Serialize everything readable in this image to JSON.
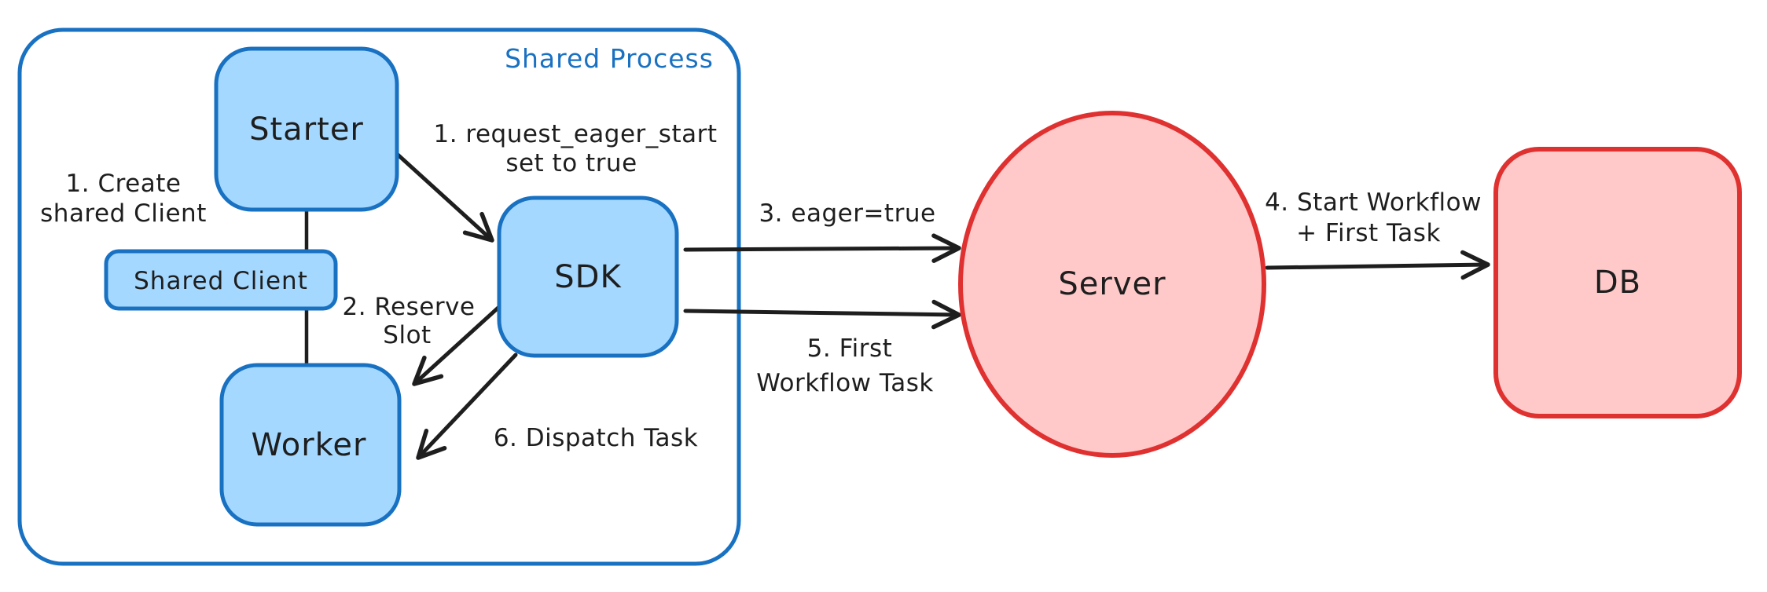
{
  "diagram": {
    "title_hint": "Eager workflow start diagram",
    "container": {
      "label": "Shared Process"
    },
    "nodes": {
      "starter": {
        "label": "Starter"
      },
      "shared_client": {
        "label": "Shared Client"
      },
      "worker": {
        "label": "Worker"
      },
      "sdk": {
        "label": "SDK"
      },
      "server": {
        "label": "Server"
      },
      "db": {
        "label": "DB"
      }
    },
    "edge_labels": {
      "create_shared_client": {
        "line1": "1. Create",
        "line2": "shared Client"
      },
      "request_eager_start": {
        "line1": "1. request_eager_start",
        "line2": "set to true"
      },
      "reserve_slot": {
        "line1": "2. Reserve",
        "line2": "Slot"
      },
      "eager_true": {
        "line1": "3. eager=true"
      },
      "start_workflow": {
        "line1": "4. Start Workflow",
        "line2": "+ First Task"
      },
      "first_workflow_task": {
        "line1": "5. First",
        "line2": "Workflow Task"
      },
      "dispatch_task": {
        "line1": "6. Dispatch Task"
      }
    },
    "colors": {
      "blue_stroke": "#1971c2",
      "blue_fill": "#a5d8ff",
      "red_stroke": "#e03131",
      "red_fill": "#ffc9c9",
      "ink": "#1e1e1e",
      "bg": "#ffffff"
    }
  }
}
